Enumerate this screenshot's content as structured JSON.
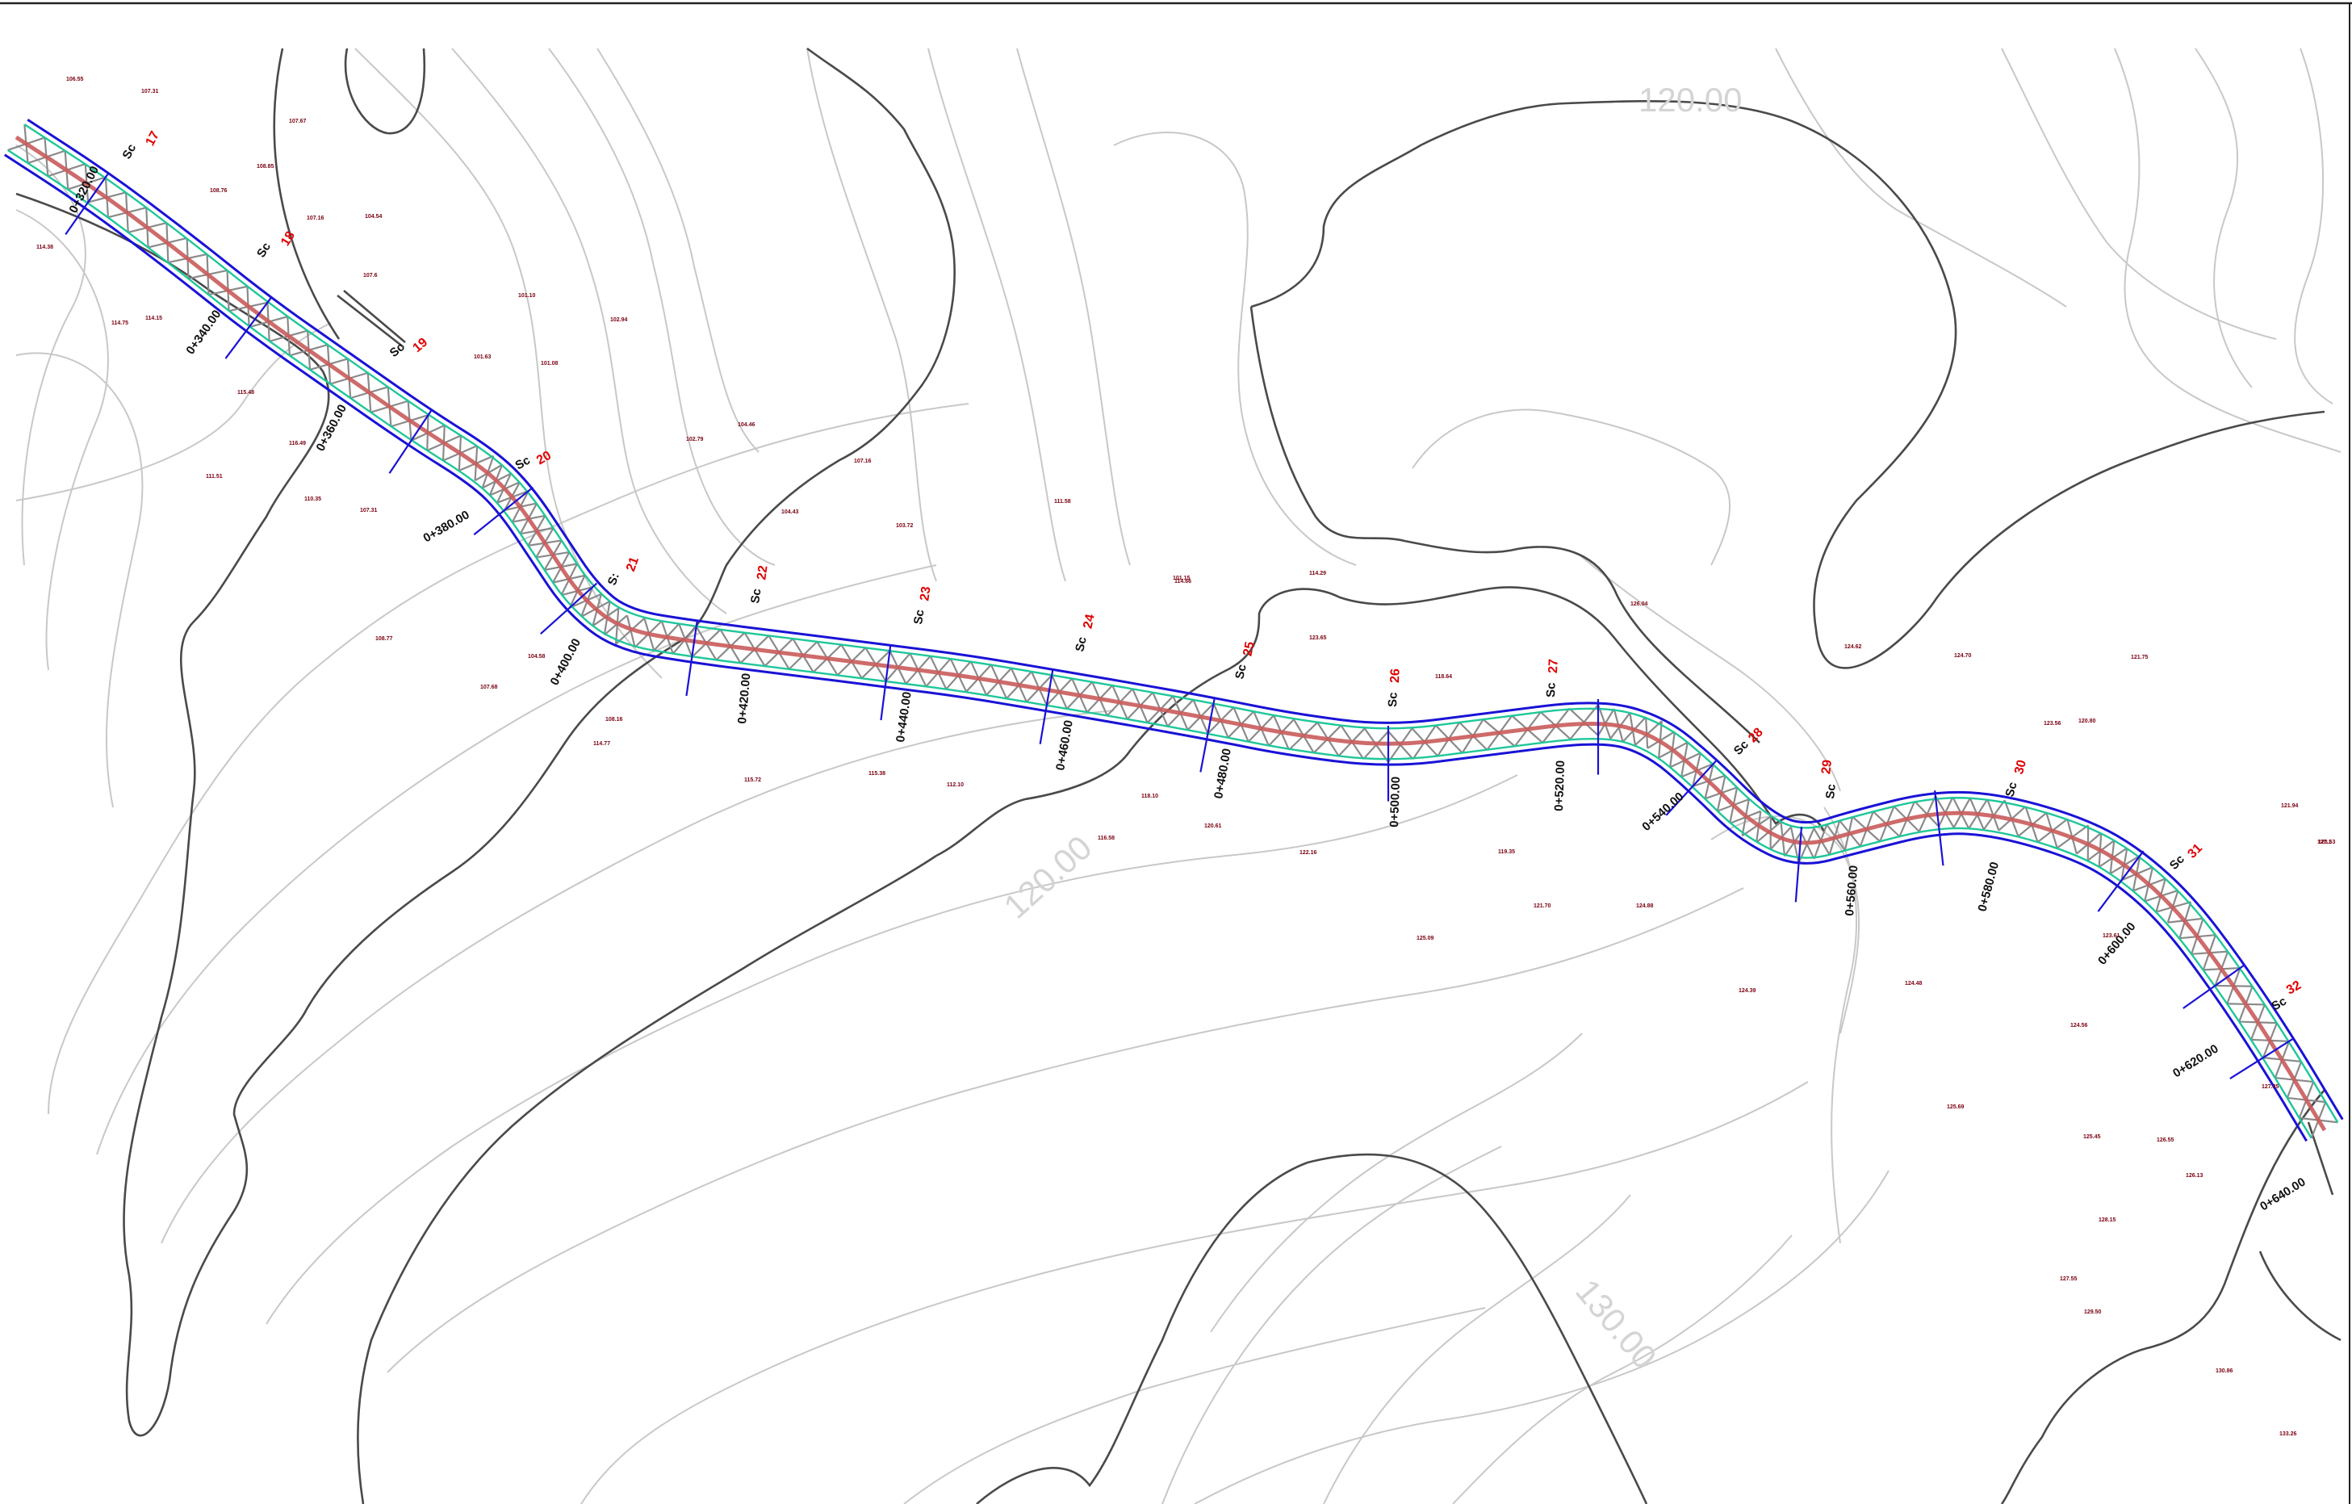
{
  "drawing": {
    "contour_labels": [
      "120.00",
      "120.00",
      "130.00"
    ],
    "stations": [
      "0+320.00",
      "0+340.00",
      "0+360.00",
      "0+380.00",
      "0+400.00",
      "0+420.00",
      "0+440.00",
      "0+460.00",
      "0+480.00",
      "0+500.00",
      "0+520.00",
      "0+540.00",
      "0+560.00",
      "0+580.00",
      "0+600.00",
      "0+620.00",
      "0+640.00"
    ],
    "curve_points": [
      {
        "code": "Sc",
        "number": "17"
      },
      {
        "code": "Sc",
        "number": "18"
      },
      {
        "code": "Sc",
        "number": "19"
      },
      {
        "code": "Sc",
        "number": "20"
      },
      {
        "code": "S:",
        "number": "21"
      },
      {
        "code": "Sc",
        "number": "22"
      },
      {
        "code": "Sc",
        "number": "23"
      },
      {
        "code": "Sc",
        "number": "24"
      },
      {
        "code": "Sc",
        "number": "25"
      },
      {
        "code": "Sc",
        "number": "26"
      },
      {
        "code": "Sc",
        "number": "27"
      },
      {
        "code": "Sc",
        "number": "28"
      },
      {
        "code": "Sc",
        "number": "29"
      },
      {
        "code": "Sc",
        "number": "30"
      },
      {
        "code": "Sc",
        "number": "31"
      },
      {
        "code": "Sc",
        "number": "32"
      }
    ],
    "spot_elevations": [
      "106.55",
      "107.31",
      "107.67",
      "108.76",
      "108.85",
      "107.16",
      "104.54",
      "114.38",
      "107.6",
      "114.75",
      "114.15",
      "101.10",
      "102.94",
      "101.63",
      "101.08",
      "115.48",
      "116.49",
      "111.51",
      "110.35",
      "107.31",
      "102.79",
      "104.46",
      "107.16",
      "103.72",
      "104.43",
      "111.58",
      "101.15",
      "108.77",
      "104.58",
      "107.68",
      "108.16",
      "114.77",
      "115.72",
      "115.38",
      "112.10",
      "116.58",
      "114.29",
      "114.66",
      "118.10",
      "120.61",
      "122.16",
      "123.65",
      "118.64",
      "119.35",
      "121.70",
      "124.88",
      "125.09",
      "126.04",
      "124.62",
      "124.70",
      "121.75",
      "120.80",
      "123.56",
      "121.94",
      "120.53",
      "123.61",
      "124.56",
      "124.48",
      "124.39",
      "125.45",
      "126.55",
      "127.35",
      "125.69",
      "126.13",
      "128.15",
      "127.55",
      "129.50",
      "130.86",
      "133.26",
      "127.1"
    ],
    "colors": {
      "road_edge": "#1a12d6",
      "road_buffer": "#1fc79a",
      "centerline": "#c95b5b",
      "point_number": "#e00000",
      "contour_major": "#4a4a4a",
      "contour_minor": "#c8c8c8"
    }
  }
}
